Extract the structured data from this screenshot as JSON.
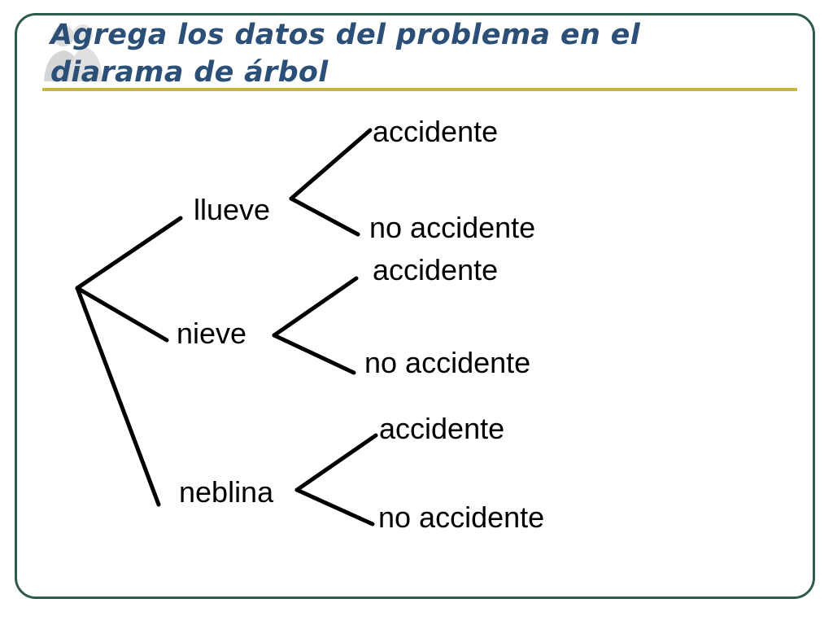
{
  "title": "Agrega los datos del problema en el diarama de árbol",
  "tree": {
    "level1": [
      {
        "label": "llueve",
        "children": [
          "accidente",
          "no accidente"
        ]
      },
      {
        "label": "nieve",
        "children": [
          "accidente",
          "no accidente"
        ]
      },
      {
        "label": "neblina",
        "children": [
          "accidente",
          "no accidente"
        ]
      }
    ]
  },
  "colors": {
    "title": "#2b4f77",
    "rule": "#c9b53a",
    "frame": "#2e5a4a",
    "lines": "#000000"
  }
}
